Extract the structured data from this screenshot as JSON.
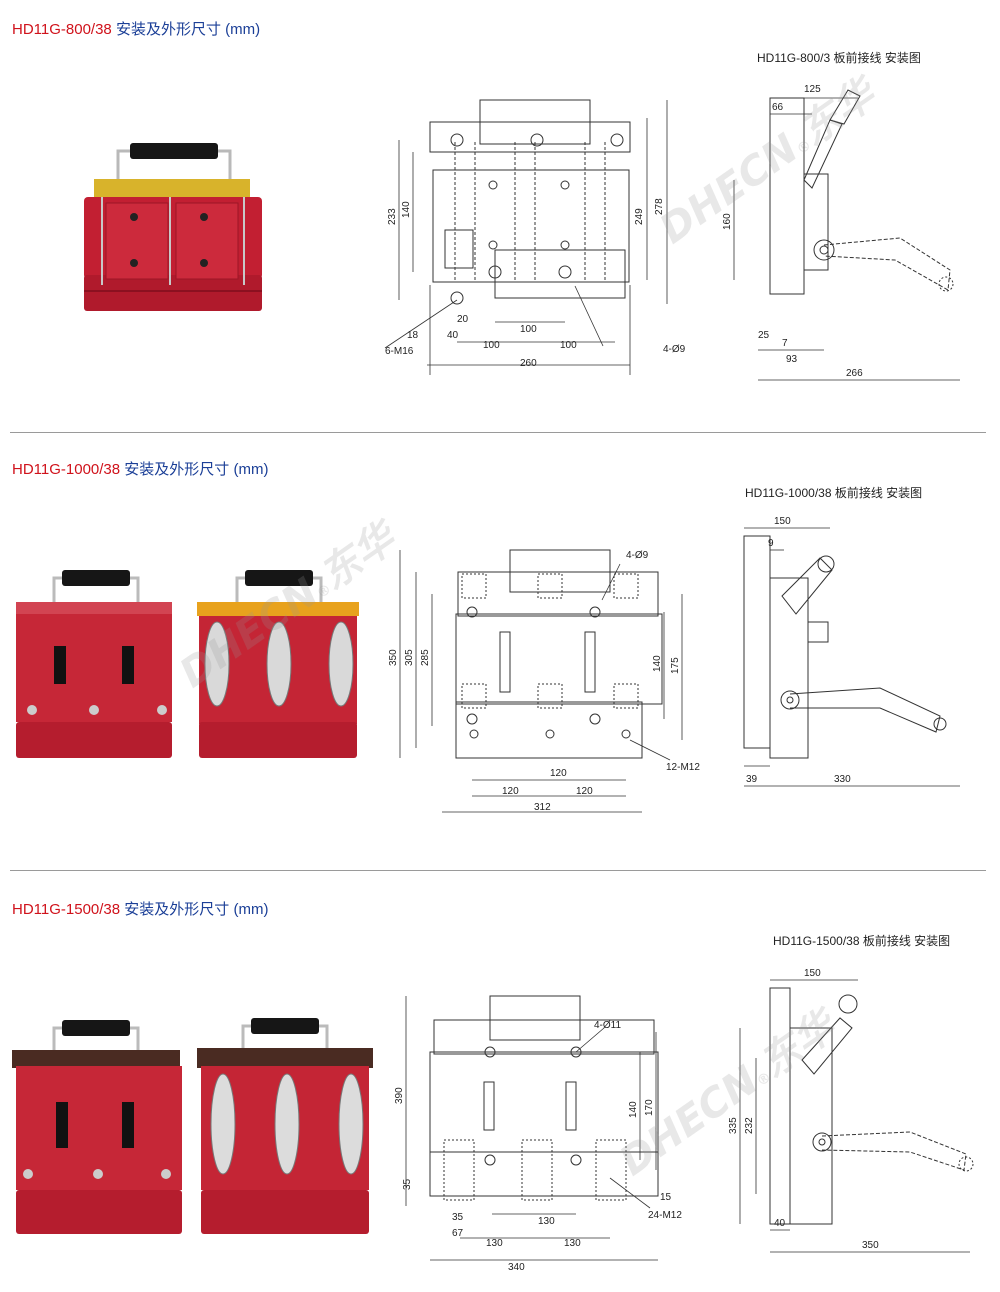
{
  "sections": [
    {
      "model": "HD11G-800/38",
      "desc": " 安装及外形尺寸 (mm)",
      "caption": "HD11G-800/3 板前接线 安装图",
      "front_dims": [
        "233",
        "140",
        "249",
        "278",
        "18",
        "20",
        "40",
        "6-M16",
        "100",
        "100",
        "100",
        "260",
        "4-Ø9"
      ],
      "side_dims": [
        "125",
        "66",
        "160",
        "25",
        "7",
        "93",
        "266"
      ]
    },
    {
      "model": "HD11G-1000/38",
      "desc": " 安装及外形尺寸 (mm)",
      "caption": "HD11G-1000/38 板前接线 安装图",
      "front_dims": [
        "4-Ø9",
        "350",
        "305",
        "285",
        "140",
        "175",
        "120",
        "120",
        "120",
        "312",
        "12-M12"
      ],
      "side_dims": [
        "150",
        "9",
        "39",
        "330"
      ]
    },
    {
      "model": "HD11G-1500/38",
      "desc": " 安装及外形尺寸 (mm)",
      "caption": "HD11G-1500/38 板前接线 安装图",
      "front_dims": [
        "4-Ø11",
        "390",
        "140",
        "170",
        "35",
        "35",
        "67",
        "130",
        "15",
        "24-M12",
        "130",
        "130",
        "340"
      ],
      "side_dims": [
        "150",
        "335",
        "232",
        "40",
        "350"
      ]
    }
  ],
  "watermark": {
    "latin": "DHECN",
    "cn": "东华",
    "reg": "®"
  },
  "colors": {
    "title_model": "#d0121b",
    "title_desc": "#1b3f97",
    "switch_red": "#c21f32",
    "switch_yellow": "#e8a21d"
  }
}
